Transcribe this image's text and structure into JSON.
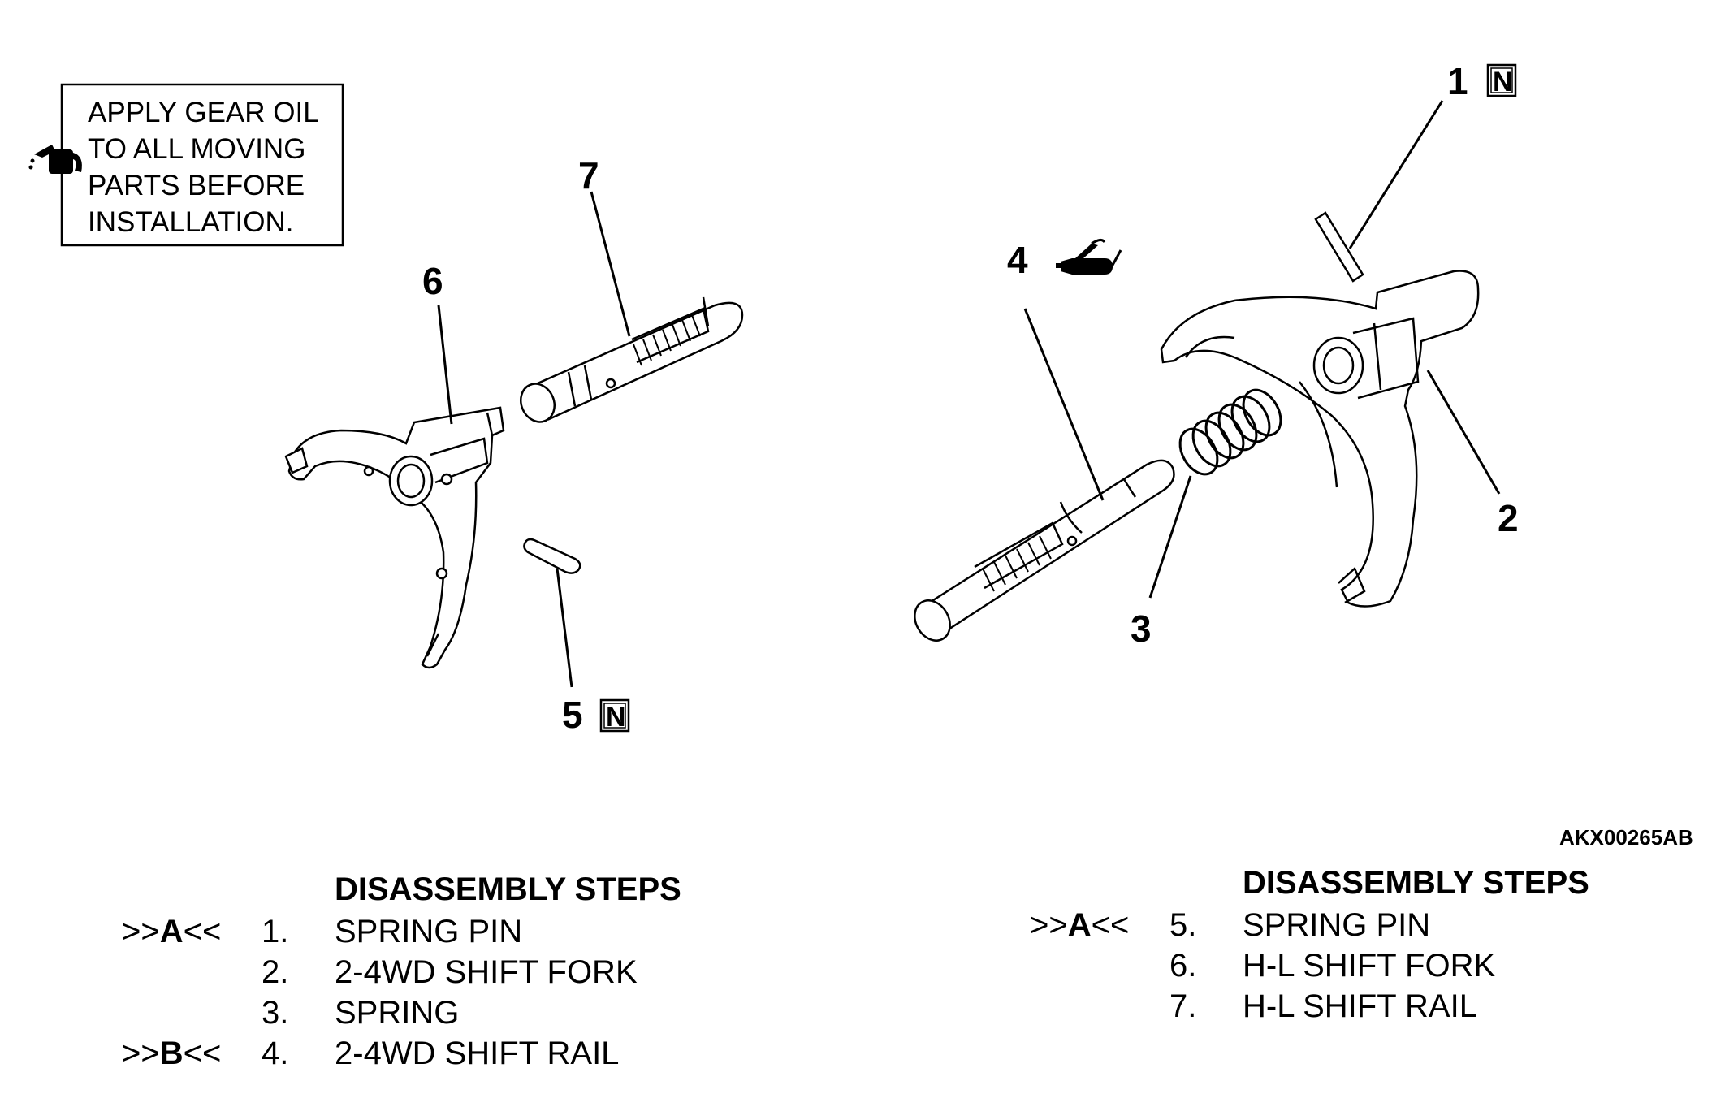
{
  "note": {
    "lines": [
      "APPLY GEAR OIL",
      "TO ALL MOVING",
      "PARTS BEFORE",
      "INSTALLATION."
    ],
    "icon": "oil-can-icon"
  },
  "callouts": {
    "c1": "1",
    "c2": "2",
    "c3": "3",
    "c4": "4",
    "c5": "5",
    "c6": "6",
    "c7": "7",
    "new_part_mark": "N"
  },
  "lubricant_icon": "grease-gun-icon",
  "reference_code": "AKX00265AB",
  "steps_left": {
    "title": "DISASSEMBLY STEPS",
    "items": [
      {
        "pre": ">>",
        "letter": "A",
        "post": "<<",
        "num": "1.",
        "name": "SPRING PIN"
      },
      {
        "pre": "",
        "letter": "",
        "post": "",
        "num": "2.",
        "name": "2-4WD SHIFT FORK"
      },
      {
        "pre": "",
        "letter": "",
        "post": "",
        "num": "3.",
        "name": "SPRING"
      },
      {
        "pre": ">>",
        "letter": "B",
        "post": "<<",
        "num": "4.",
        "name": "2-4WD SHIFT RAIL"
      }
    ]
  },
  "steps_right": {
    "title": "DISASSEMBLY STEPS",
    "items": [
      {
        "pre": ">>",
        "letter": "A",
        "post": "<<",
        "num": "5.",
        "name": "SPRING PIN"
      },
      {
        "pre": "",
        "letter": "",
        "post": "",
        "num": "6.",
        "name": "H-L SHIFT FORK"
      },
      {
        "pre": "",
        "letter": "",
        "post": "",
        "num": "7.",
        "name": "H-L SHIFT RAIL"
      }
    ]
  }
}
